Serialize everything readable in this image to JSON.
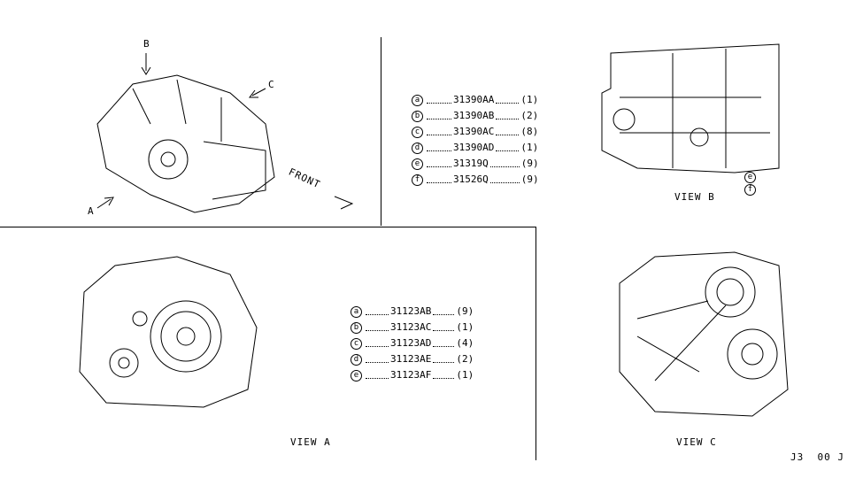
{
  "top_left": {
    "arrow_labels": [
      "A",
      "B",
      "C"
    ],
    "front_label": "FRONT"
  },
  "view_b": {
    "title": "VIEW B",
    "parts": [
      {
        "key": "a",
        "number": "31390AA",
        "qty": "(1)"
      },
      {
        "key": "b",
        "number": "31390AB",
        "qty": "(2)"
      },
      {
        "key": "c",
        "number": "31390AC",
        "qty": "(8)"
      },
      {
        "key": "d",
        "number": "31390AD",
        "qty": "(1)"
      },
      {
        "key": "e",
        "number": "31319Q",
        "qty": "(9)"
      },
      {
        "key": "f",
        "number": "31526Q",
        "qty": "(9)"
      }
    ],
    "callouts": [
      "e",
      "f"
    ]
  },
  "view_a": {
    "title": "VIEW A",
    "parts": [
      {
        "key": "a",
        "number": "31123AB",
        "qty": "(9)"
      },
      {
        "key": "b",
        "number": "31123AC",
        "qty": "(1)"
      },
      {
        "key": "c",
        "number": "31123AD",
        "qty": "(4)"
      },
      {
        "key": "d",
        "number": "31123AE",
        "qty": "(2)"
      },
      {
        "key": "e",
        "number": "31123AF",
        "qty": "(1)"
      }
    ]
  },
  "view_c": {
    "title": "VIEW C"
  },
  "diagram_code": "J3  00 J"
}
